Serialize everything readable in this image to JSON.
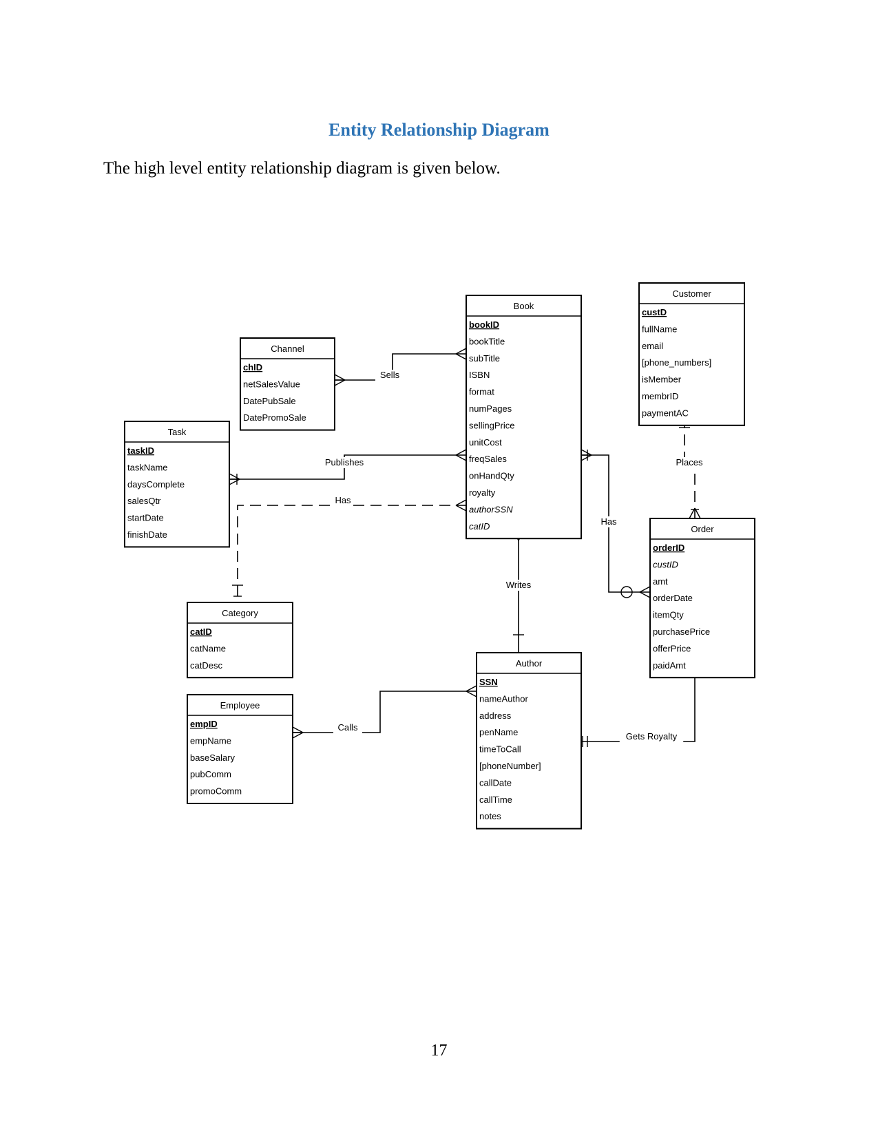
{
  "document": {
    "title": "Entity Relationship Diagram",
    "intro": "The high level entity relationship diagram is given below.",
    "page_number": "17"
  },
  "entities": [
    {
      "id": "book",
      "name": "Book",
      "attributes": [
        {
          "text": "bookID",
          "kind": "pk"
        },
        {
          "text": "bookTitle"
        },
        {
          "text": "subTitle"
        },
        {
          "text": "ISBN"
        },
        {
          "text": "format"
        },
        {
          "text": "numPages"
        },
        {
          "text": "sellingPrice"
        },
        {
          "text": "unitCost"
        },
        {
          "text": "freqSales"
        },
        {
          "text": "onHandQty"
        },
        {
          "text": "royalty"
        },
        {
          "text": "authorSSN",
          "kind": "fk"
        },
        {
          "text": "catID",
          "kind": "fk"
        }
      ]
    },
    {
      "id": "customer",
      "name": "Customer",
      "attributes": [
        {
          "text": "custD",
          "kind": "pk"
        },
        {
          "text": "fullName"
        },
        {
          "text": "email"
        },
        {
          "text": "[phone_numbers]"
        },
        {
          "text": "isMember"
        },
        {
          "text": "membrID"
        },
        {
          "text": "paymentAC"
        }
      ]
    },
    {
      "id": "channel",
      "name": "Channel",
      "attributes": [
        {
          "text": "chID",
          "kind": "pk"
        },
        {
          "text": "netSalesValue"
        },
        {
          "text": "DatePubSale"
        },
        {
          "text": "DatePromoSale"
        }
      ]
    },
    {
      "id": "task",
      "name": "Task",
      "attributes": [
        {
          "text": "taskID",
          "kind": "pk"
        },
        {
          "text": "taskName"
        },
        {
          "text": "daysComplete"
        },
        {
          "text": "salesQtr"
        },
        {
          "text": "startDate"
        },
        {
          "text": "finishDate"
        }
      ]
    },
    {
      "id": "order",
      "name": "Order",
      "attributes": [
        {
          "text": "orderID",
          "kind": "pk"
        },
        {
          "text": "custID",
          "kind": "fk"
        },
        {
          "text": "amt"
        },
        {
          "text": "orderDate"
        },
        {
          "text": "itemQty"
        },
        {
          "text": "purchasePrice"
        },
        {
          "text": "offerPrice"
        },
        {
          "text": "paidAmt"
        }
      ]
    },
    {
      "id": "category",
      "name": "Category",
      "attributes": [
        {
          "text": "catID",
          "kind": "pk"
        },
        {
          "text": "catName"
        },
        {
          "text": "catDesc"
        }
      ]
    },
    {
      "id": "author",
      "name": "Author",
      "attributes": [
        {
          "text": "SSN",
          "kind": "pk"
        },
        {
          "text": "nameAuthor"
        },
        {
          "text": "address"
        },
        {
          "text": "penName"
        },
        {
          "text": "timeToCall"
        },
        {
          "text": "[phoneNumber]"
        },
        {
          "text": "callDate"
        },
        {
          "text": "callTime"
        },
        {
          "text": "notes"
        }
      ]
    },
    {
      "id": "employee",
      "name": "Employee",
      "attributes": [
        {
          "text": "empID",
          "kind": "pk"
        },
        {
          "text": "empName"
        },
        {
          "text": "baseSalary"
        },
        {
          "text": "pubComm"
        },
        {
          "text": "promoComm"
        }
      ]
    }
  ],
  "relationships": [
    {
      "id": "sells",
      "label": "Sells",
      "from": "channel",
      "to": "book",
      "from_end": "many",
      "to_end": "many"
    },
    {
      "id": "publishes",
      "label": "Publishes",
      "from": "task",
      "to": "book",
      "from_end": "one-or-many",
      "to_end": "many"
    },
    {
      "id": "has-category",
      "label": "Has",
      "from": "category",
      "to": "book",
      "from_end": "one",
      "to_end": "many",
      "style": "dashed"
    },
    {
      "id": "has-order",
      "label": "Has",
      "from": "book",
      "to": "order",
      "from_end": "one-or-many",
      "to_end": "zero-or-many"
    },
    {
      "id": "places",
      "label": "Places",
      "from": "customer",
      "to": "order",
      "from_end": "one",
      "to_end": "one-or-many",
      "style": "dashed"
    },
    {
      "id": "writes",
      "label": "Writes",
      "from": "book",
      "to": "author",
      "from_end": "many",
      "to_end": "one"
    },
    {
      "id": "calls",
      "label": "Calls",
      "from": "employee",
      "to": "author",
      "from_end": "many",
      "to_end": "many"
    },
    {
      "id": "gets-royalty",
      "label": "Gets Royalty",
      "from": "author",
      "to": "order",
      "from_end": "exactly-one",
      "to_end": "many"
    }
  ]
}
